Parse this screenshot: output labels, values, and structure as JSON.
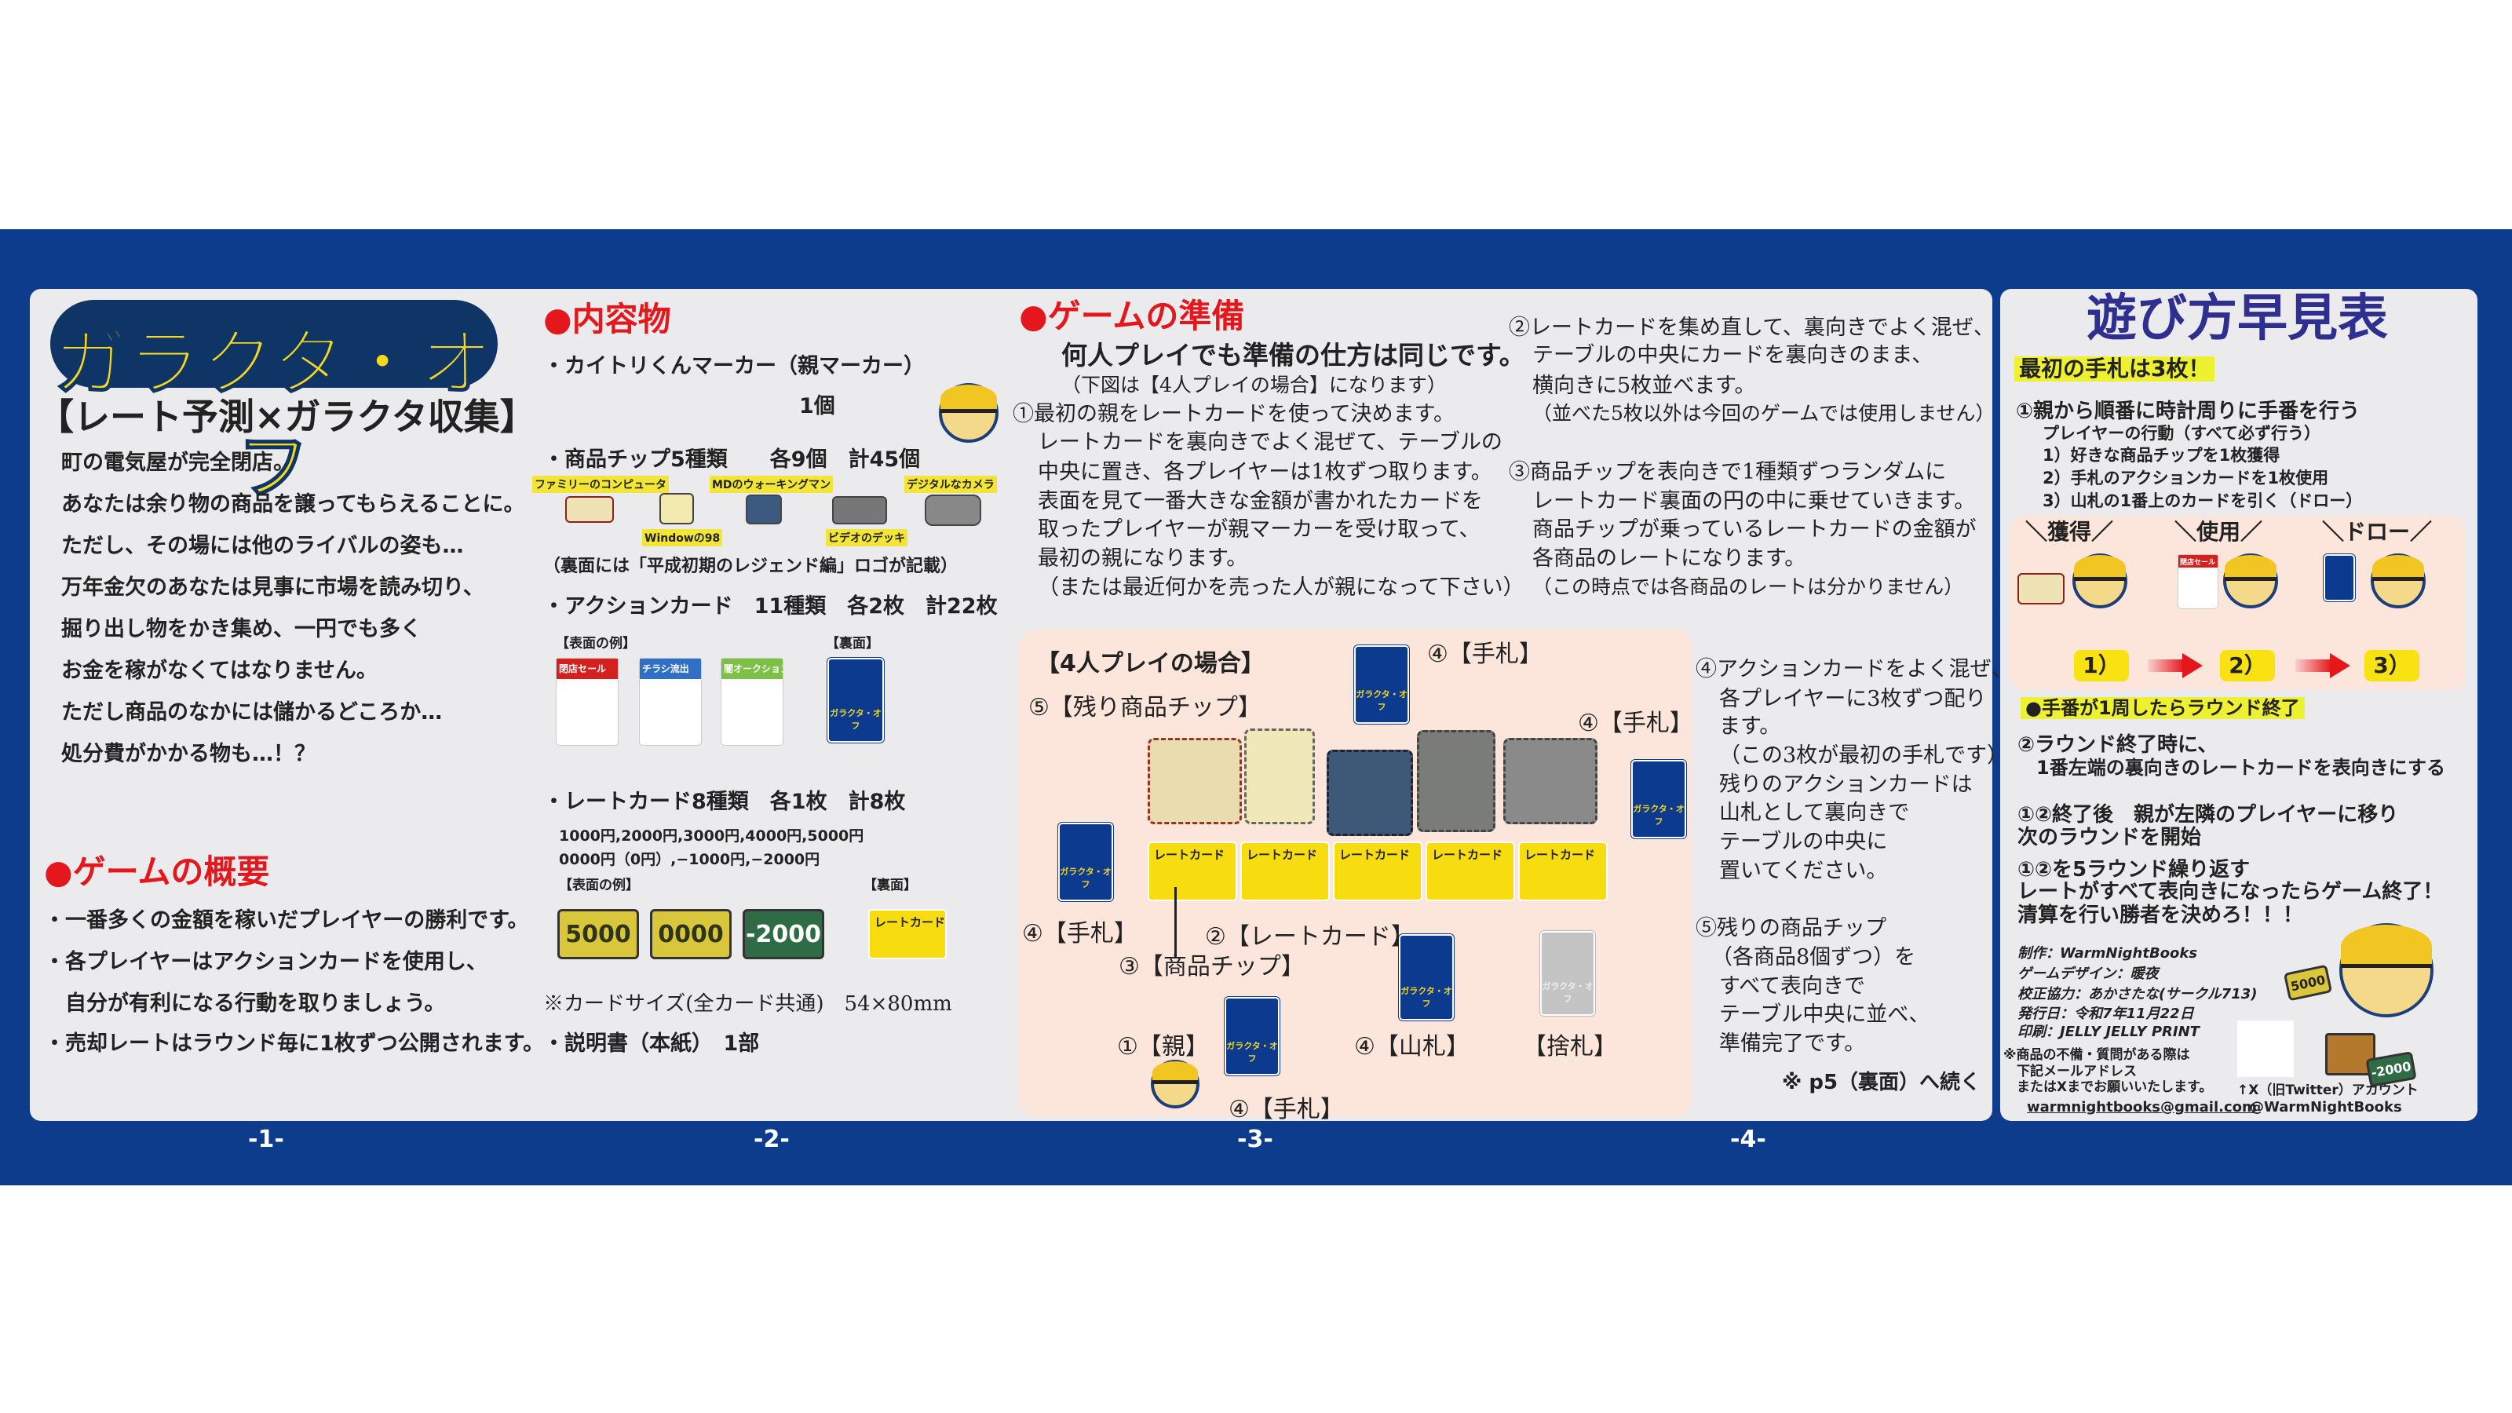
{
  "colors": {
    "band": "#0d3c8c",
    "panel": "#ebebed",
    "heading_red": "#e3171c",
    "logo_yellow": "#f7d81e",
    "highlight": "#eef032",
    "card_back": "#0b3a8f",
    "title_navy": "#2e2f8f"
  },
  "page1": {
    "logo": "ガラクタ・オフ",
    "subtitle": "【レート予測×ガラクタ収集】",
    "story": [
      "町の電気屋が完全閉店。",
      "あなたは余り物の商品を譲ってもらえることに。",
      "ただし、その場には他のライバルの姿も…",
      "万年金欠のあなたは見事に市場を読み切り、",
      "掘り出し物をかき集め、一円でも多く",
      "お金を稼がなくてはなりません。",
      "ただし商品のなかには儲かるどころか…",
      "処分費がかかる物も…！？"
    ],
    "overview_heading": "●ゲームの概要",
    "overview": [
      "・一番多くの金額を稼いだプレイヤーの勝利です。",
      "・各プレイヤーはアクションカードを使用し、",
      "　自分が有利になる行動を取りましょう。",
      "・売却レートはラウンド毎に1枚ずつ公開されます。"
    ],
    "page_number": "-1-"
  },
  "page2": {
    "heading": "●内容物",
    "marker": "・カイトリくんマーカー（親マーカー）",
    "marker_count": "1個",
    "chips": "・商品チップ5種類　　各9個　計45個",
    "chip_names": [
      "ファミリーのコンピュータ",
      "Windowの98",
      "MDのウォーキングマン",
      "ビデオのデッキ",
      "デジタルなカメラ"
    ],
    "chip_back_note": "（裏面には「平成初期のレジェンド編」ロゴが記載）",
    "action": "・アクションカード　11種類　各2枚　計22枚",
    "front_example": "【表面の例】",
    "back_label": "【裏面】",
    "action_examples": [
      "閉店セール",
      "チラシ流出",
      "闇オークション"
    ],
    "card_back_logo": "ガラクタ・オフ",
    "rate": "・レートカード8種類　各1枚　計8枚",
    "rate_values": [
      "1000円,2000円,3000円,4000円,5000円",
      "0000円（0円）,−1000円,−2000円"
    ],
    "rate_examples": [
      "5000",
      "0000",
      "-2000"
    ],
    "rate_back": "レートカード",
    "card_size": "※カードサイズ(全カード共通)　54×80mm",
    "manual": "・説明書（本紙）　1部",
    "page_number": "-2-"
  },
  "page3": {
    "heading": "●ゲームの準備",
    "lead": "何人プレイでも準備の仕方は同じです。",
    "note": "（下図は【4人プレイの場合】になります）",
    "step1": [
      "①最初の親をレートカードを使って決めます。",
      "レートカードを裏向きでよく混ぜて、テーブルの",
      "中央に置き、各プレイヤーは1枚ずつ取ります。",
      "表面を見て一番大きな金額が書かれたカードを",
      "取ったプレイヤーが親マーカーを受け取って、",
      "最初の親になります。",
      "（または最近何かを売った人が親になって下さい）"
    ],
    "diagram": {
      "title": "【4人プレイの場合】",
      "hand": "④【手札】",
      "remaining_chips": "⑤【残り商品チップ】",
      "rate_card": "②【レートカード】",
      "chip": "③【商品チップ】",
      "parent": "①【親】",
      "deck": "④【山札】",
      "discard": "【捨札】",
      "rate_card_label": "レートカード"
    },
    "page_number": "-3-"
  },
  "page4": {
    "step2": [
      "②レートカードを集め直して、裏向きでよく混ぜ、",
      "テーブルの中央にカードを裏向きのまま、",
      "横向きに5枚並べます。",
      "（並べた5枚以外は今回のゲームでは使用しません）"
    ],
    "step3": [
      "③商品チップを表向きで1種類ずつランダムに",
      "レートカード裏面の円の中に乗せていきます。",
      "商品チップが乗っているレートカードの金額が",
      "各商品のレートになります。",
      "（この時点では各商品のレートは分かりません）"
    ],
    "step4": [
      "④アクションカードをよく混ぜ、",
      "各プレイヤーに3枚ずつ配り",
      "ます。",
      "（この3枚が最初の手札です）",
      "残りのアクションカードは",
      "山札として裏向きで",
      "テーブルの中央に",
      "置いてください。"
    ],
    "step5": [
      "⑤残りの商品チップ",
      "（各商品8個ずつ）を",
      "すべて表向きで",
      "テーブル中央に並べ、",
      "準備完了です。"
    ],
    "continued": "※ p5（裏面）へ続く",
    "page_number": "-4-"
  },
  "quick": {
    "title": "遊び方早見表",
    "first_hand": "最初の手札は3枚！",
    "step1": "①親から順番に時計周りに手番を行う",
    "actions": [
      "プレイヤーの行動（すべて必ず行う）",
      "1）好きな商品チップを1枚獲得",
      "2）手札のアクションカードを1枚使用",
      "3）山札の1番上のカードを引く（ドロー）"
    ],
    "phases": [
      {
        "label": "＼獲得／",
        "num": "1）"
      },
      {
        "label": "＼使用／",
        "num": "2）"
      },
      {
        "label": "＼ドロー／",
        "num": "3）"
      }
    ],
    "round_end": "●手番が1周したらラウンド終了",
    "step2": [
      "②ラウンド終了時に、",
      "　1番左端の裏向きのレートカードを表向きにする"
    ],
    "next": [
      "①②終了後　親が左隣のプレイヤーに移り",
      "次のラウンドを開始"
    ],
    "repeat": [
      "①②を5ラウンド繰り返す",
      "レートがすべて表向きになったらゲーム終了！",
      "清算を行い勝者を決めろ！！！"
    ],
    "credits": [
      "制作：WarmNightBooks",
      "ゲームデザイン：暖夜",
      "校正協力：あかさたな(サークル713)",
      "発行日：令和7年11月22日",
      "印刷：JELLY JELLY PRINT"
    ],
    "contact": [
      "※商品の不備・質問がある際は",
      "　下記メールアドレス",
      "　またはXまでお願いいたします。"
    ],
    "email": "warmnightbooks@gmail.com",
    "x_account": "↑X（旧Twitter）アカウント",
    "x_handle": "@WarmNightBooks",
    "mascot_bills": [
      "5000",
      "-2000"
    ]
  }
}
